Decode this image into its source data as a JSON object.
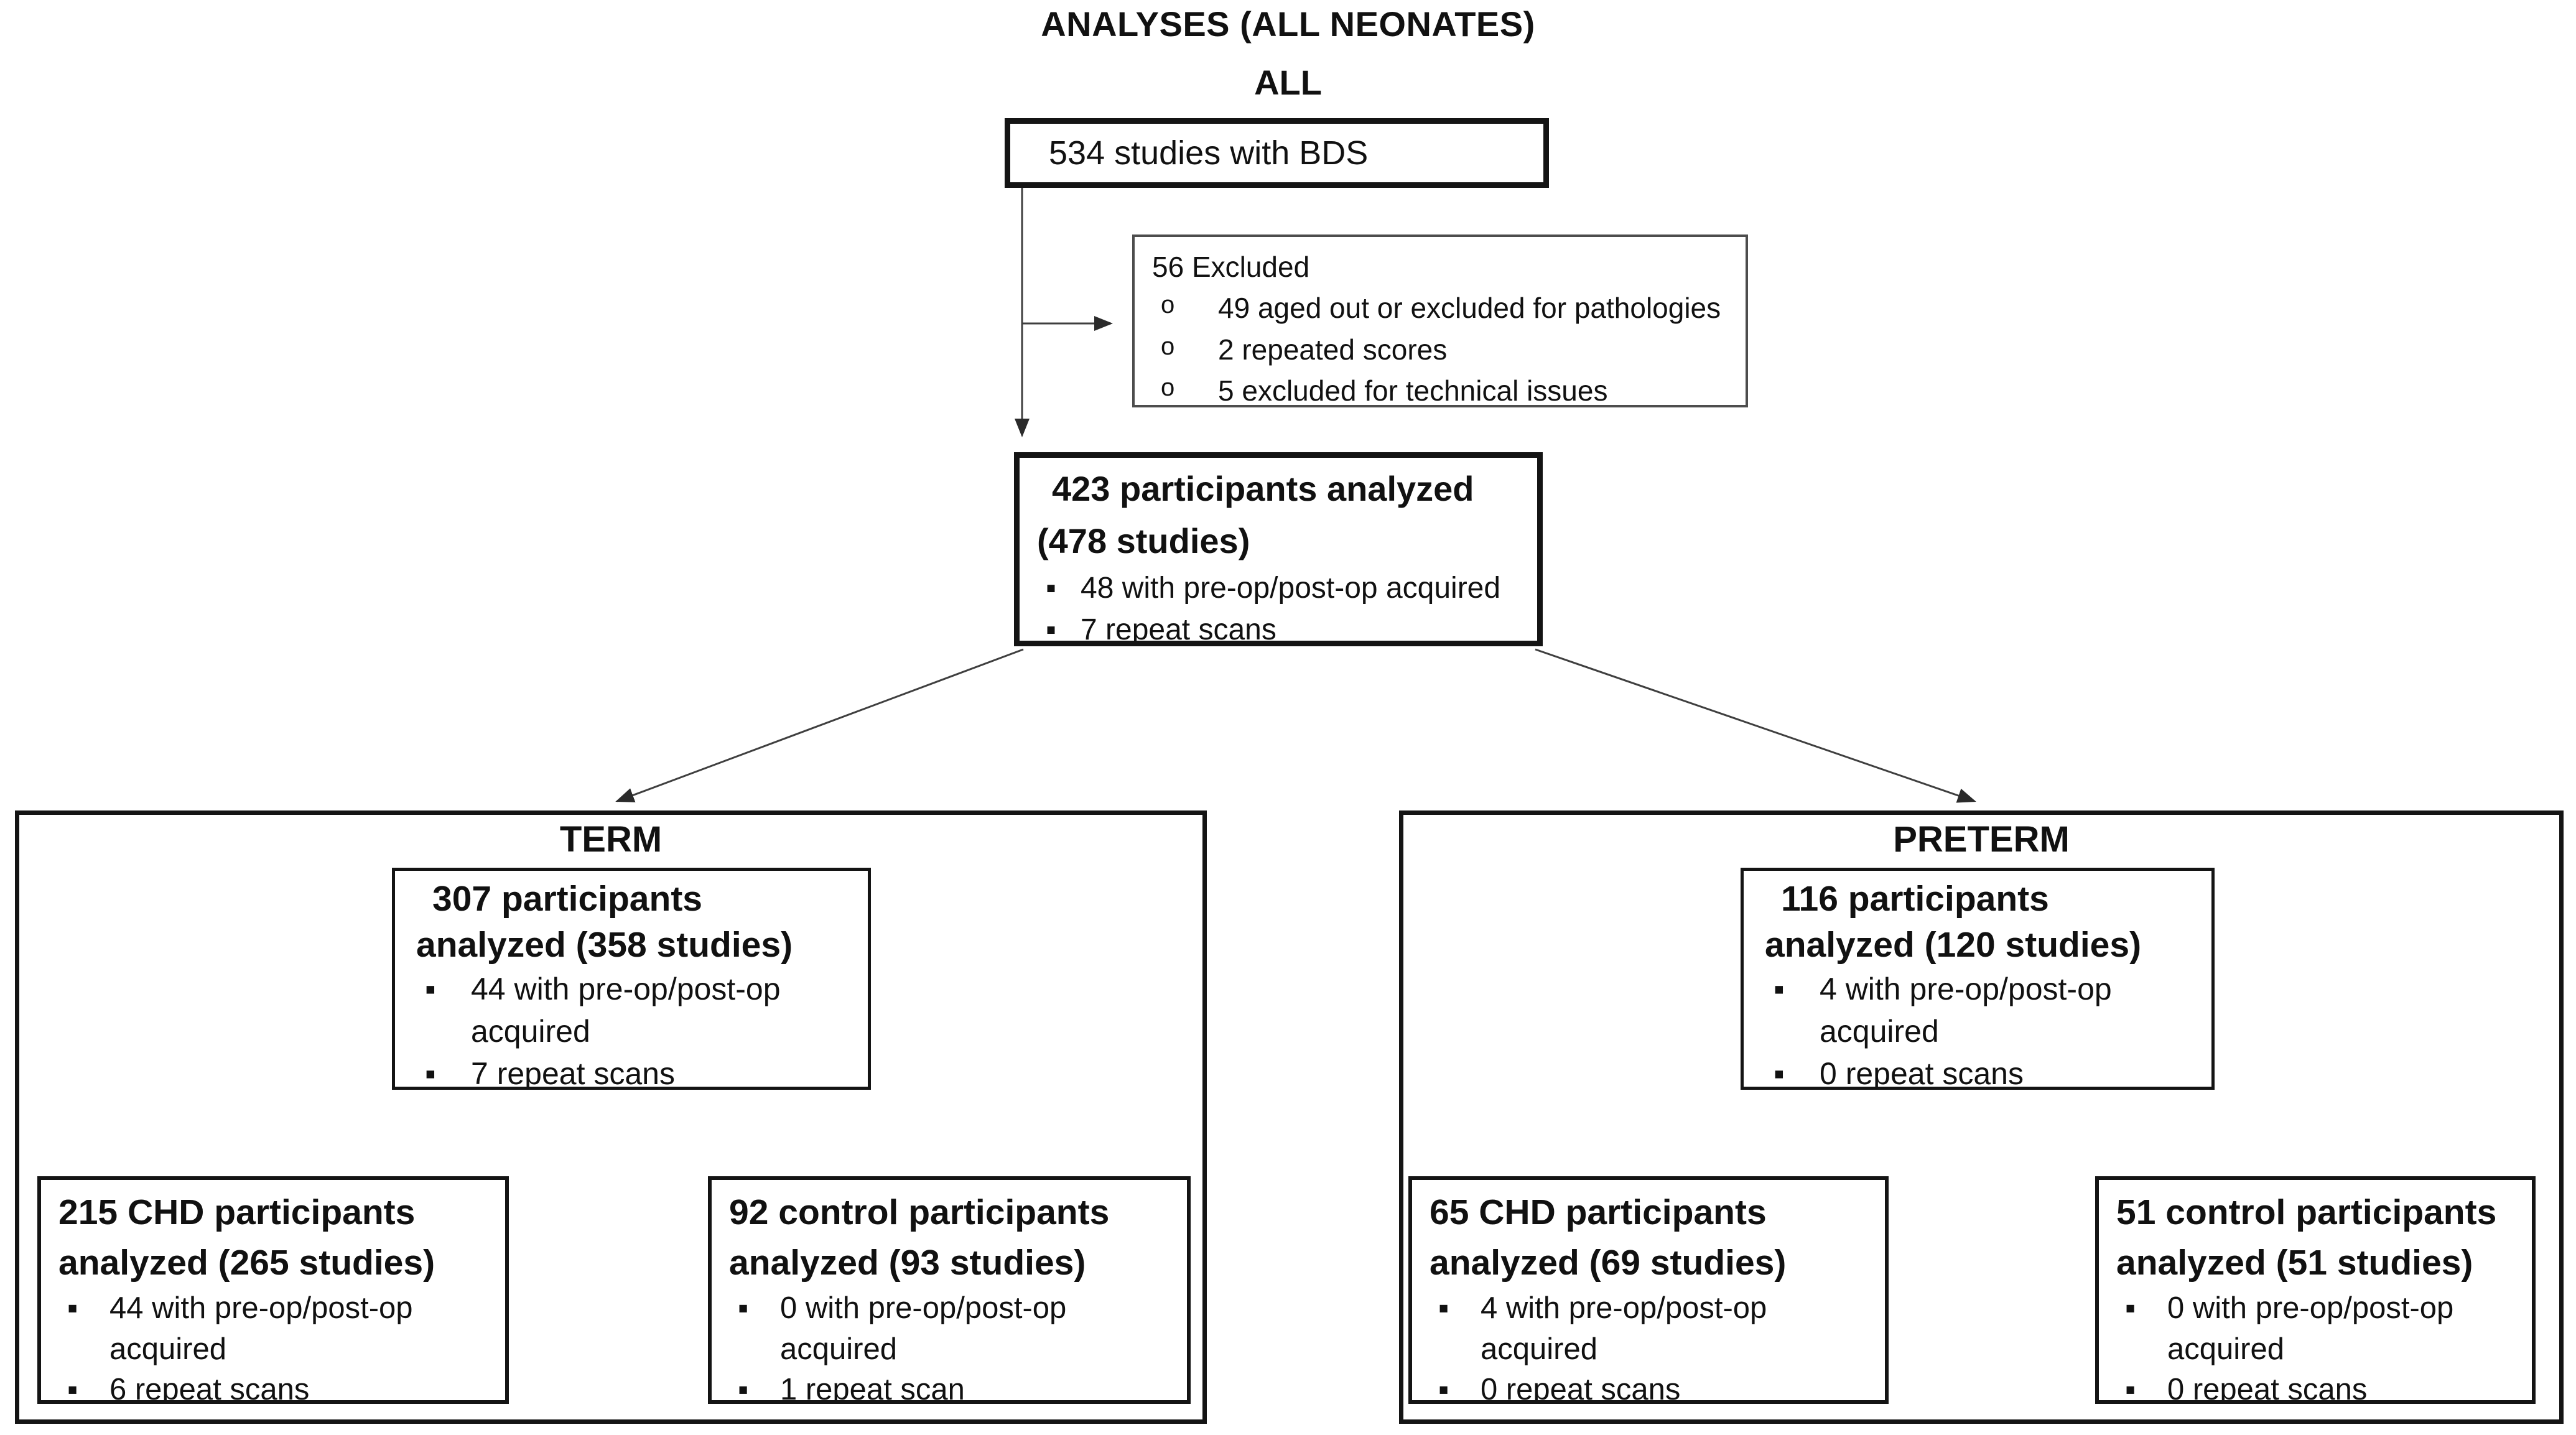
{
  "title": "ANALYSES (ALL NEONATES)",
  "subtitle": "ALL",
  "markers": {
    "solid": "▪",
    "hollow": "o"
  },
  "root_box": {
    "label": "534 studies with BDS"
  },
  "excluded_box": {
    "header": "56 Excluded",
    "items": [
      "49 aged out or excluded for pathologies",
      "2 repeated scores",
      "5 excluded for technical issues"
    ]
  },
  "analyzed_box": {
    "header": "423 participants analyzed (478 studies)",
    "items": [
      "48 with pre-op/post-op acquired",
      "7 repeat scans"
    ]
  },
  "term": {
    "label": "TERM",
    "main_box": {
      "header": "307 participants analyzed (358 studies)",
      "items": [
        "44 with pre-op/post-op acquired",
        "7 repeat scans"
      ]
    },
    "chd_box": {
      "header": "215 CHD participants analyzed (265 studies)",
      "items": [
        "44 with pre-op/post-op acquired",
        "6 repeat scans"
      ]
    },
    "control_box": {
      "header": "92 control participants analyzed (93 studies)",
      "items": [
        "0 with pre-op/post-op acquired",
        "1 repeat scan"
      ]
    }
  },
  "preterm": {
    "label": "PRETERM",
    "main_box": {
      "header": "116 participants analyzed (120 studies)",
      "items": [
        "4 with pre-op/post-op acquired",
        "0 repeat scans"
      ]
    },
    "chd_box": {
      "header": "65 CHD participants analyzed (69 studies)",
      "items": [
        "4 with pre-op/post-op acquired",
        "0 repeat scans"
      ]
    },
    "control_box": {
      "header": "51 control participants analyzed (51 studies)",
      "items": [
        "0 with pre-op/post-op acquired",
        "0 repeat scans"
      ]
    }
  }
}
